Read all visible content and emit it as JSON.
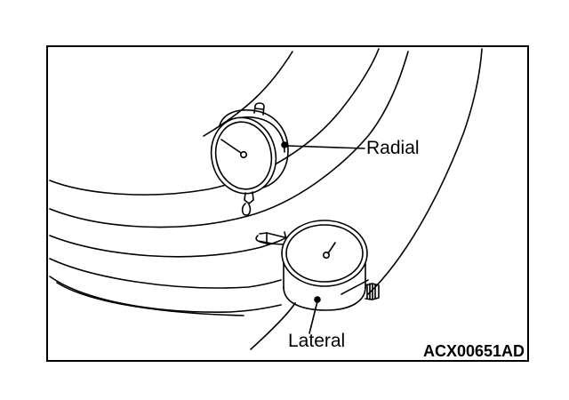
{
  "labels": {
    "radial": "Radial",
    "lateral": "Lateral"
  },
  "figure_code": "ACX00651AD",
  "colors": {
    "ink": "#000000",
    "paper": "#ffffff"
  }
}
